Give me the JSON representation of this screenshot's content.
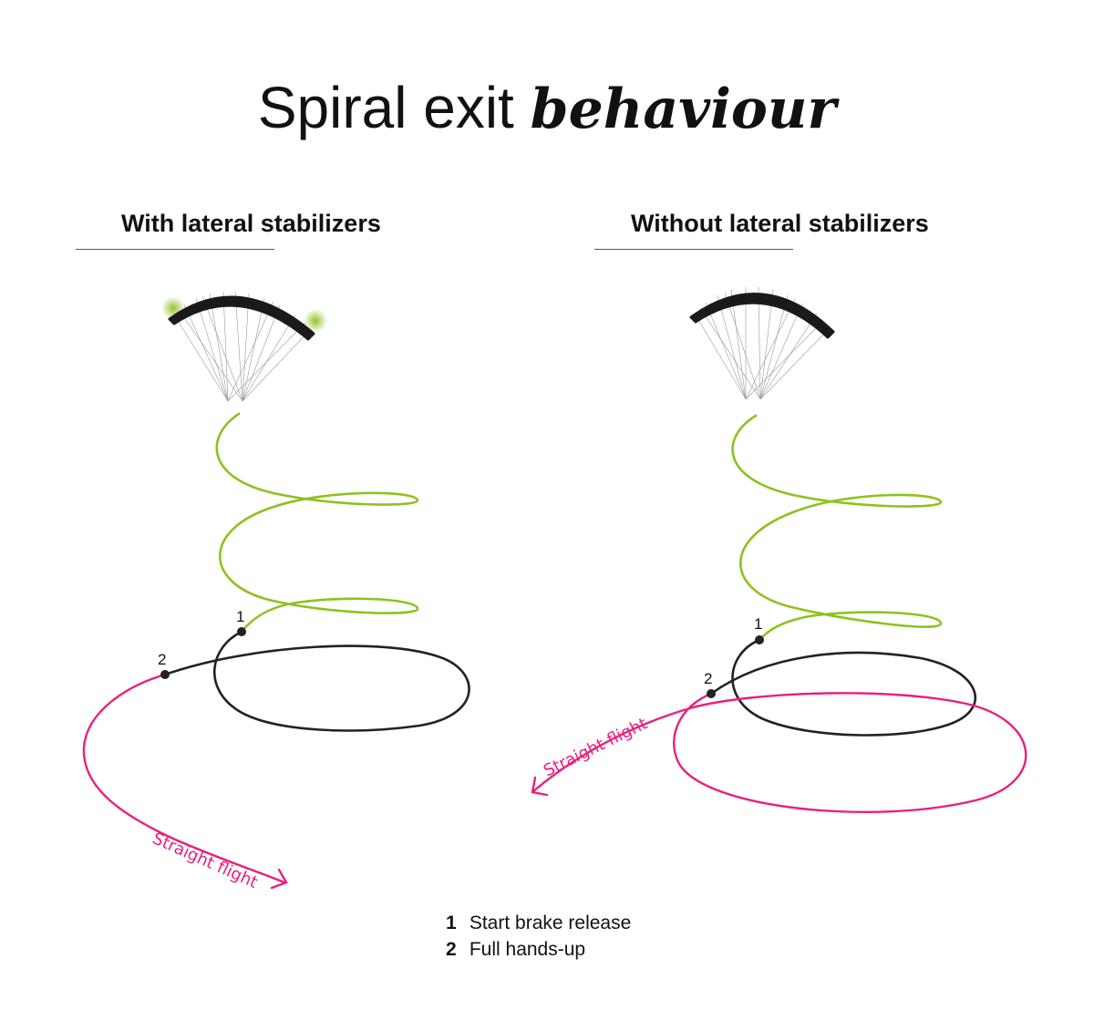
{
  "title": {
    "plain": "Spiral exit",
    "accent": "behaviour"
  },
  "panels": [
    {
      "heading": "With lateral stabilizers",
      "exit_label": "Straight flight",
      "point_1": "1",
      "point_2": "2"
    },
    {
      "heading": "Without lateral stabilizers",
      "exit_label": "Straight flight",
      "point_1": "1",
      "point_2": "2"
    }
  ],
  "legend": [
    {
      "number": "1",
      "text": "Start brake release"
    },
    {
      "number": "2",
      "text": "Full hands-up"
    }
  ],
  "colors": {
    "spiral": "#8dc21f",
    "recovery": "#222222",
    "exit": "#e8207e",
    "stabilizer": "#8dc21f",
    "text": "#111111"
  }
}
